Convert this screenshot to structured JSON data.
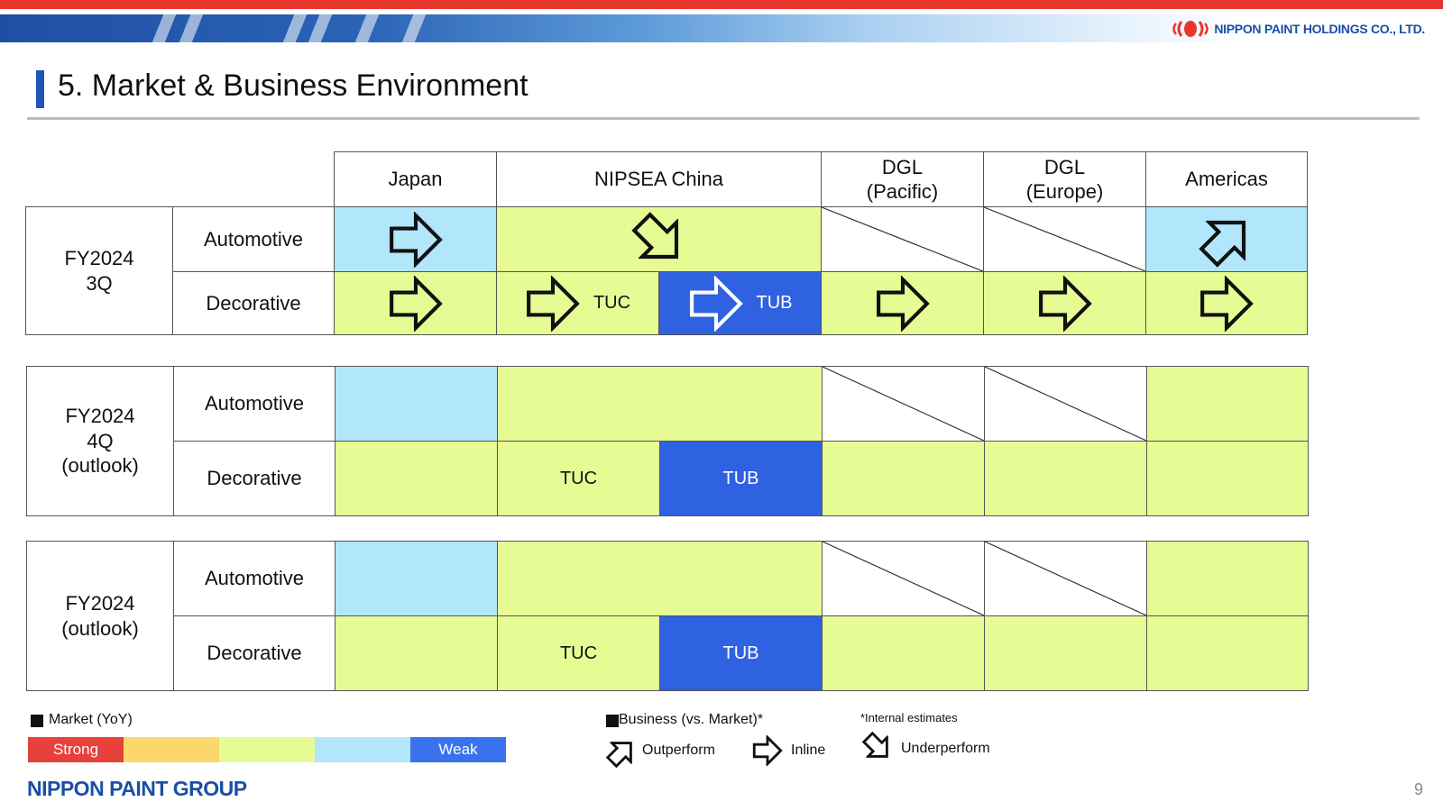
{
  "header": {
    "company": "NIPPON PAINT HOLDINGS CO., LTD.",
    "title": "5. Market & Business Environment",
    "page_number": "9"
  },
  "columns": [
    "Japan",
    "NIPSEA China",
    "DGL\n(Pacific)",
    "DGL\n(Europe)",
    "Americas"
  ],
  "sections": [
    {
      "period": "FY2024\n3Q",
      "rows": [
        {
          "label": "Automotive",
          "cells": [
            {
              "market": "light-blue",
              "business": "inline"
            },
            {
              "market": "yellow-green",
              "business": "underperform"
            },
            {
              "market": "none"
            },
            {
              "market": "none"
            },
            {
              "market": "light-blue",
              "business": "outperform"
            }
          ]
        },
        {
          "label": "Decorative",
          "cells": [
            {
              "market": "yellow-green",
              "business": "inline"
            },
            {
              "market": "yellow-green",
              "business": "inline",
              "sub": "TUC"
            },
            {
              "market": "weak-blue",
              "business": "inline",
              "sub": "TUB"
            },
            {
              "market": "yellow-green",
              "business": "inline"
            },
            {
              "market": "yellow-green",
              "business": "inline"
            },
            {
              "market": "yellow-green",
              "business": "inline"
            }
          ]
        }
      ]
    },
    {
      "period": "FY2024\n4Q\n(outlook)",
      "rows": [
        {
          "label": "Automotive"
        },
        {
          "label": "Decorative",
          "sub_labels": [
            "TUC",
            "TUB"
          ]
        }
      ]
    },
    {
      "period": "FY2024\n(outlook)",
      "rows": [
        {
          "label": "Automotive"
        },
        {
          "label": "Decorative",
          "sub_labels": [
            "TUC",
            "TUB"
          ]
        }
      ]
    }
  ],
  "legend": {
    "market_title": "Market (YoY)",
    "scale": [
      {
        "label": "Strong",
        "color": "#e8403a"
      },
      {
        "label": "",
        "color": "#fad86b"
      },
      {
        "label": "",
        "color": "#e6fb94"
      },
      {
        "label": "",
        "color": "#b2e6fb"
      },
      {
        "label": "Weak",
        "color": "#3a72ee"
      }
    ],
    "business_title": "Business (vs. Market)*",
    "note": "*Internal estimates",
    "outperform": "Outperform",
    "inline": "Inline",
    "underperform": "Underperform"
  },
  "footer": {
    "group": "NIPPON PAINT GROUP"
  },
  "colors": {
    "accent_red": "#e8362c",
    "brand_blue": "#1a4ea6",
    "weak_blue": "#2f62e0",
    "light_blue": "#b2e6fb",
    "yellow_green": "#e6fb94"
  }
}
